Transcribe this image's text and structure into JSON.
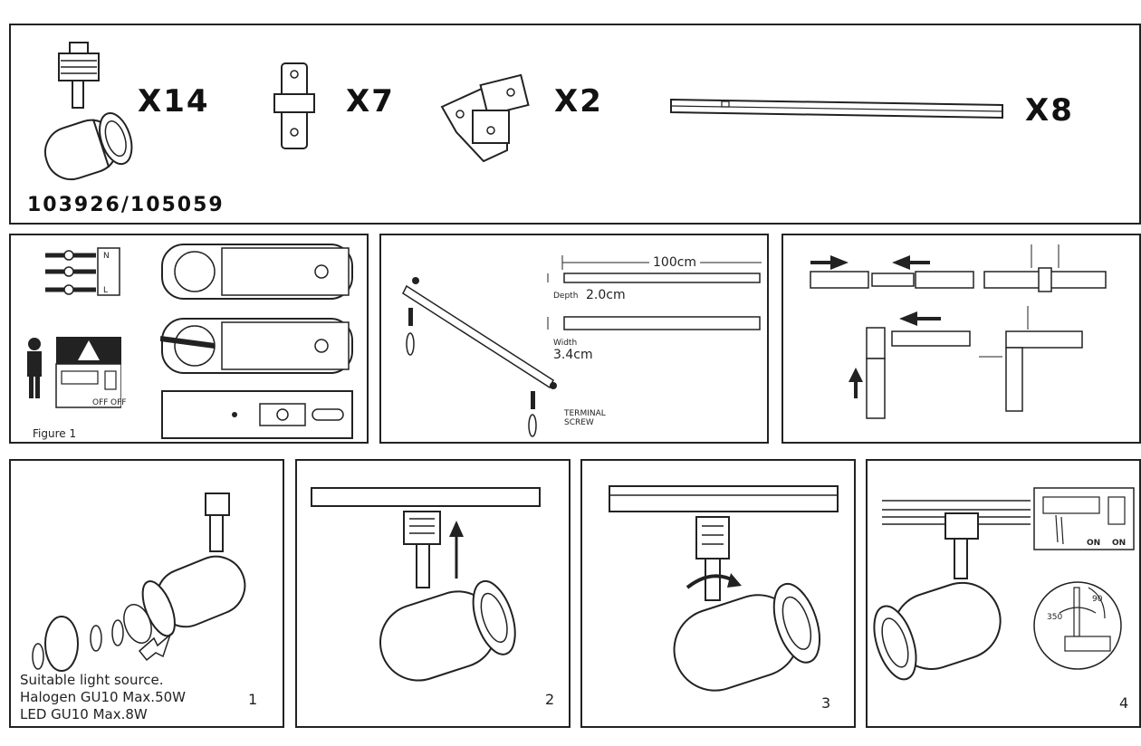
{
  "parts": {
    "spot_qty": "X14",
    "connector_qty": "X7",
    "corner_qty": "X2",
    "track_qty": "X8",
    "model_number": "103926/105059"
  },
  "wiring": {
    "figure_label": "Figure 1",
    "label_n": "N",
    "label_l": "L",
    "breaker_off_1": "OFF",
    "breaker_off_2": "OFF"
  },
  "track_dims": {
    "length": "100cm",
    "depth_label": "Depth",
    "depth_value": "2.0cm",
    "width_label": "Width",
    "width_value": "3.4cm",
    "terminal_screw": "TERMINAL SCREW"
  },
  "steps": {
    "light_source_line1": "Suitable light source.",
    "light_source_line2": "Halogen GU10  Max.50W",
    "light_source_line3": "LED GU10 Max.8W",
    "step1": "1",
    "step2": "2",
    "step3": "3",
    "step4": "4",
    "on_1": "ON",
    "on_2": "ON",
    "rot_350": "350",
    "rot_90": "90"
  }
}
